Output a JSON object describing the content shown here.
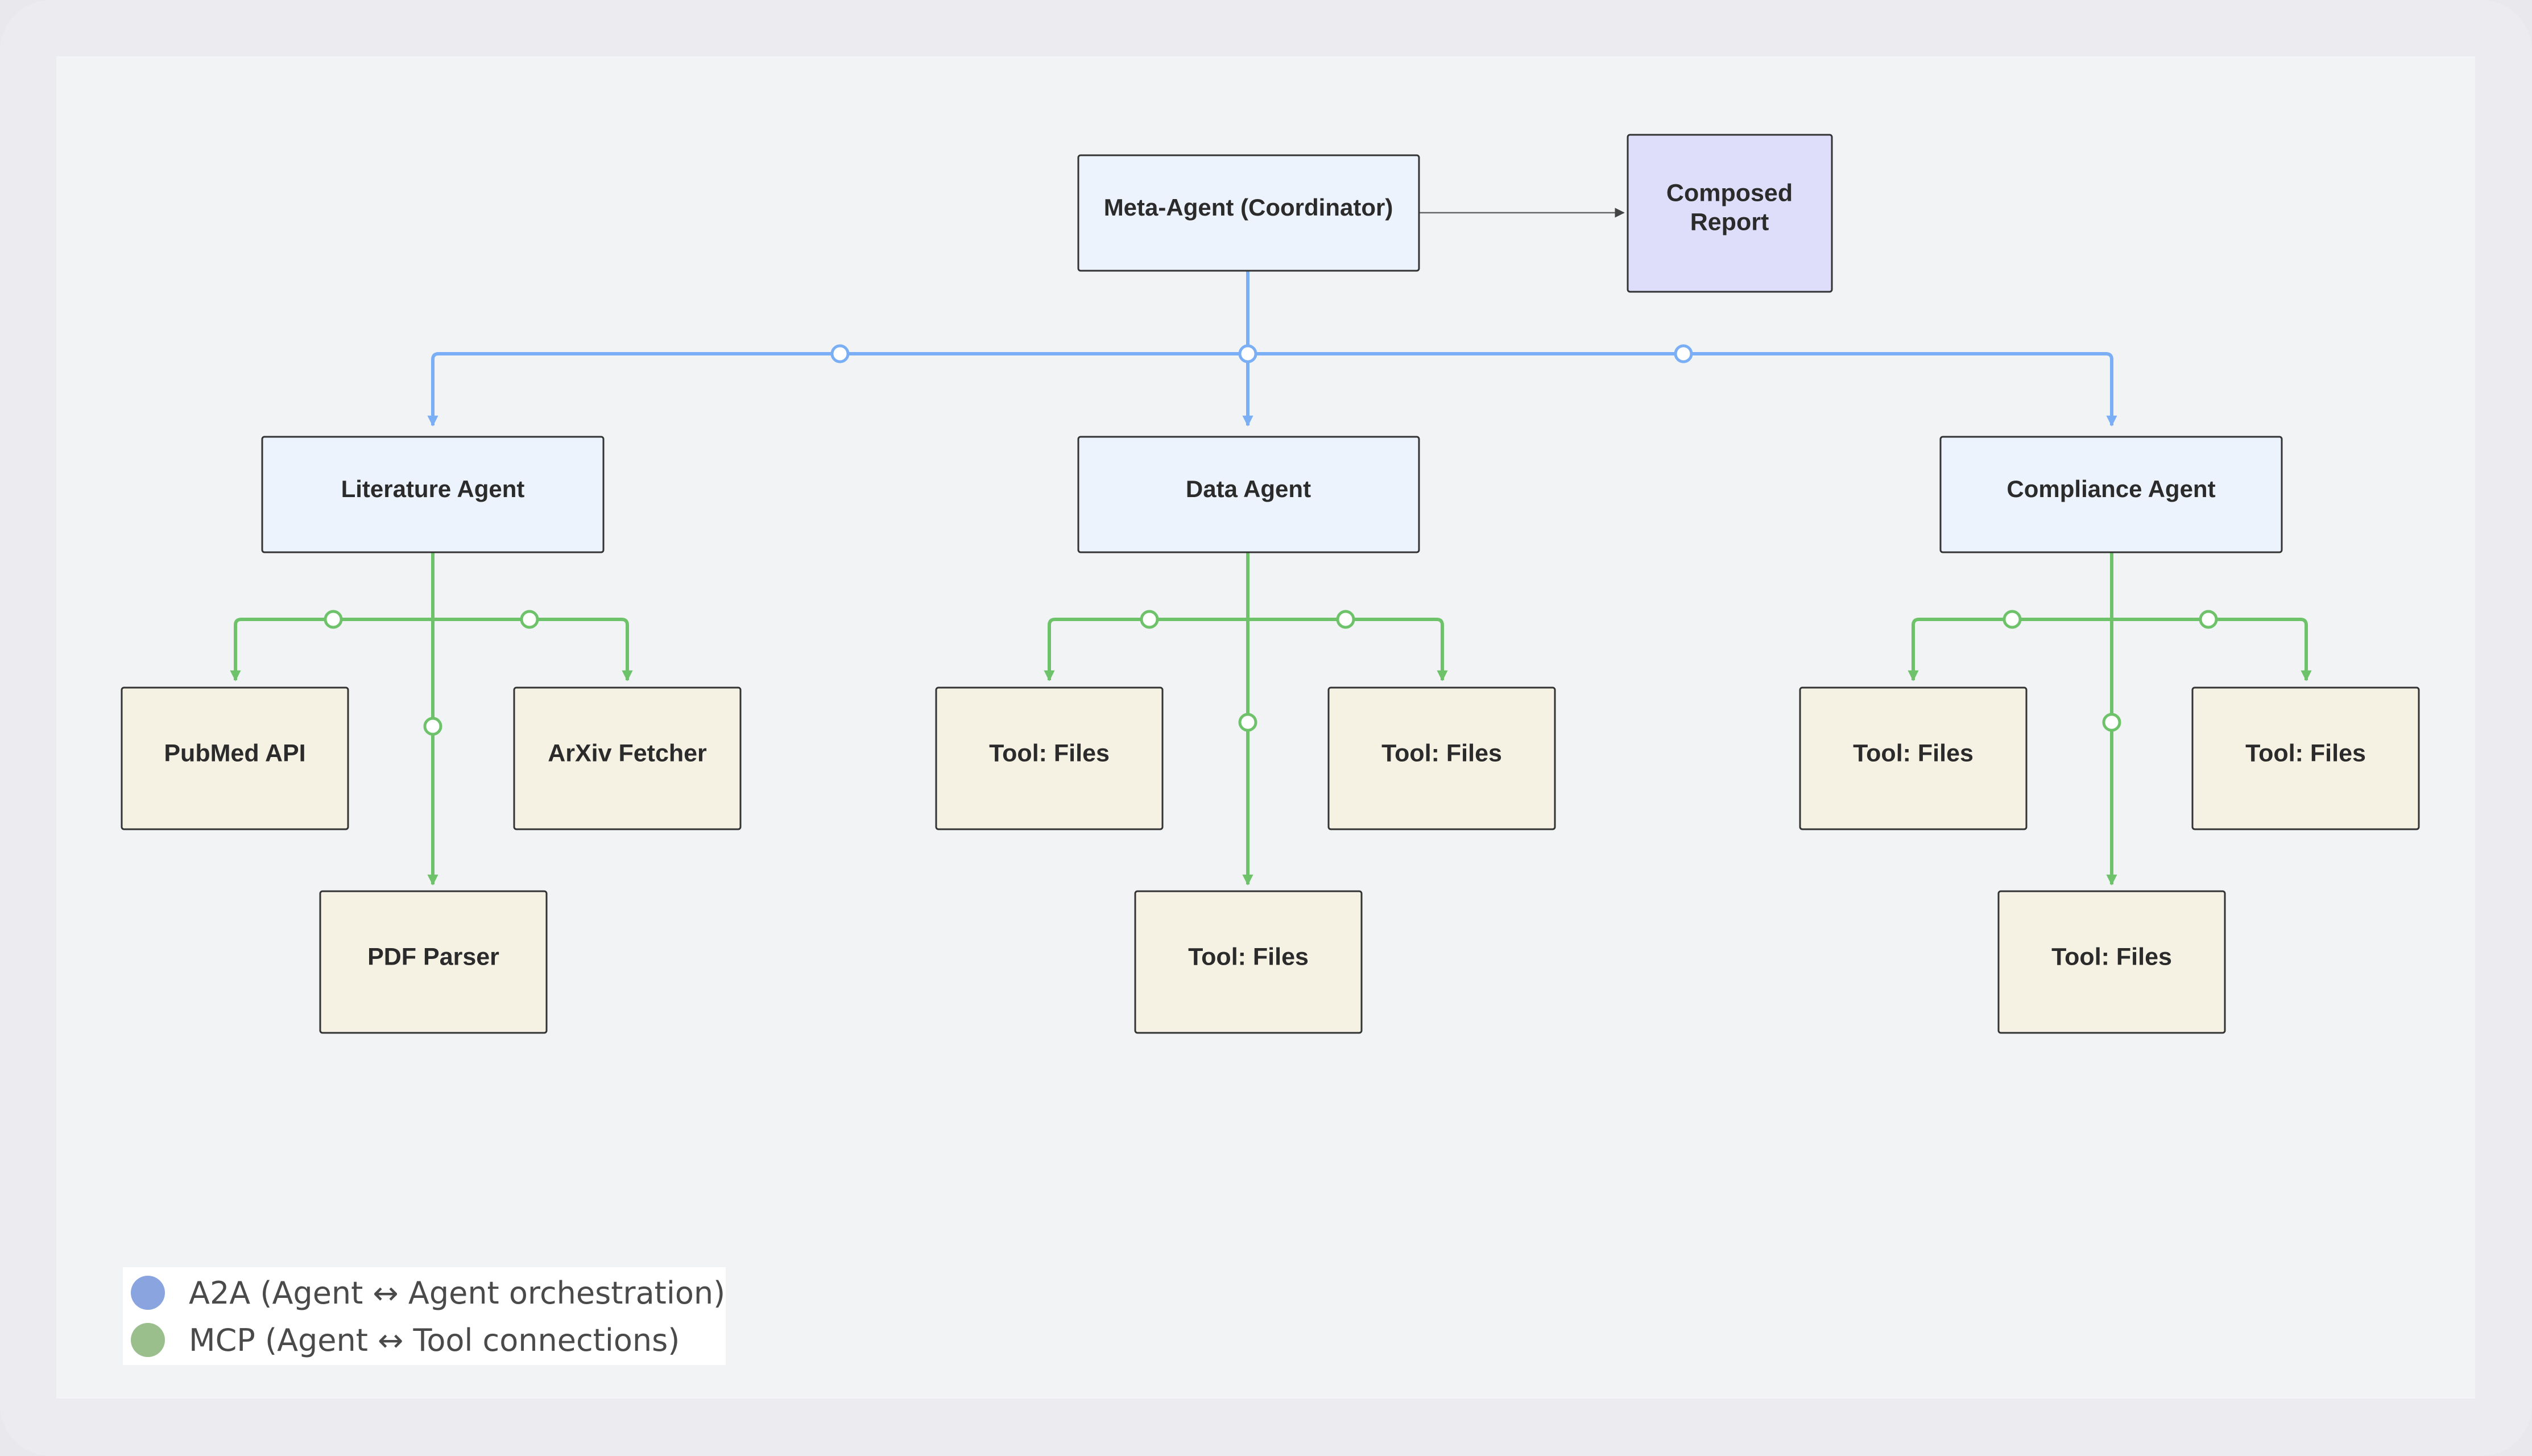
{
  "nodes": {
    "meta": "Meta-Agent (Coordinator)",
    "report_line1": "Composed",
    "report_line2": "Report",
    "literature": "Literature Agent",
    "data": "Data Agent",
    "compliance": "Compliance Agent",
    "pubmed": "PubMed API",
    "arxiv": "ArXiv Fetcher",
    "pdf": "PDF Parser",
    "data_tool_left": "Tool: Files",
    "data_tool_right": "Tool: Files",
    "data_tool_bottom": "Tool: Files",
    "comp_tool_left": "Tool: Files",
    "comp_tool_right": "Tool: Files",
    "comp_tool_bottom": "Tool: Files"
  },
  "legend": {
    "a2a": "A2A (Agent ↔ Agent orchestration)",
    "mcp": "MCP (Agent ↔ Tool connections)"
  },
  "colors": {
    "a2a": "#7aaef5",
    "mcp": "#6dc26a",
    "agent_fill": "#edf3fd",
    "tool_fill": "#f5f2e4",
    "report_fill": "#dedefb",
    "legend_a2a_dot": "#8aa4e0",
    "legend_mcp_dot": "#9bbf8c"
  }
}
